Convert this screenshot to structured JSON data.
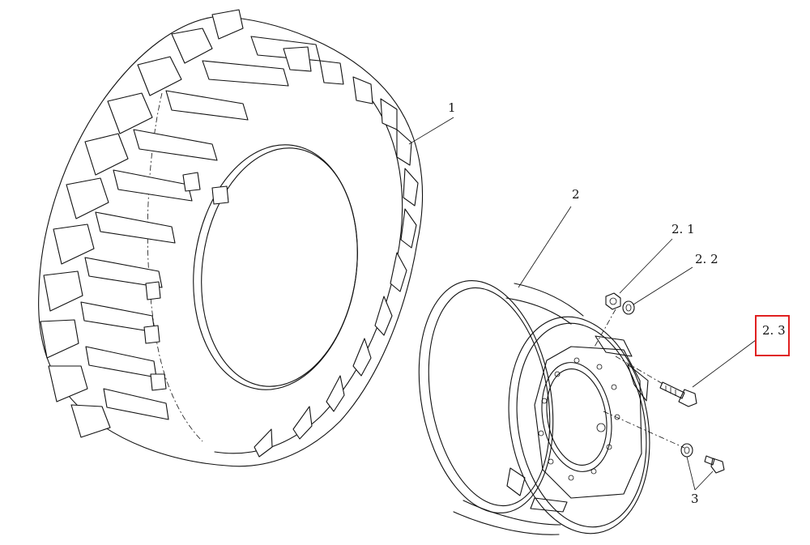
{
  "callouts": {
    "tire": "1",
    "rim": "2",
    "nut": "2. 1",
    "washer": "2. 2",
    "bolt": "2. 3",
    "valve": "3"
  },
  "highlight": {
    "target": "bolt",
    "color": "#e02020"
  },
  "icons": {
    "tire": "tractor-tire-icon",
    "rim": "wheel-rim-icon",
    "nut": "hex-nut-icon",
    "washer": "washer-icon",
    "bolt": "wheel-bolt-icon",
    "valve": "valve-assembly-icon"
  }
}
